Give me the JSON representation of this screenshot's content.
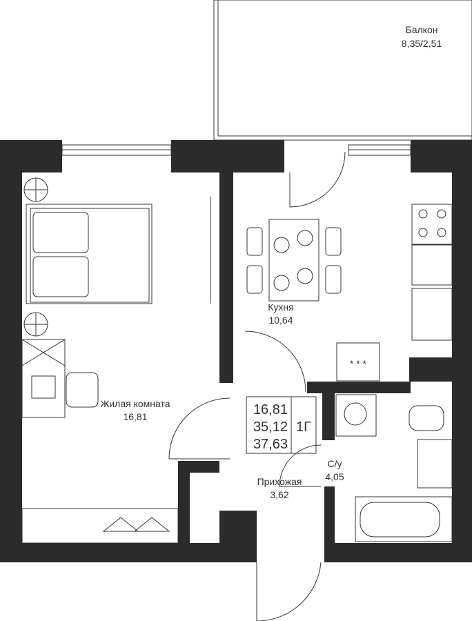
{
  "rooms": {
    "balcony": {
      "name": "Балкон",
      "area": "8,35/2,51"
    },
    "kitchen": {
      "name": "Кухня",
      "area": "10,64"
    },
    "living": {
      "name": "Жилая комната",
      "area": "16,81"
    },
    "bathroom": {
      "name": "С/у",
      "area": "4,05"
    },
    "hallway": {
      "name": "Прихожая",
      "area": "3,62"
    }
  },
  "summary": {
    "living_area": "16,81",
    "total_area": "35,12",
    "total_with_balcony": "37,63",
    "type": "1Г"
  },
  "colors": {
    "wall": "#2b2b2b",
    "line": "#333333"
  }
}
